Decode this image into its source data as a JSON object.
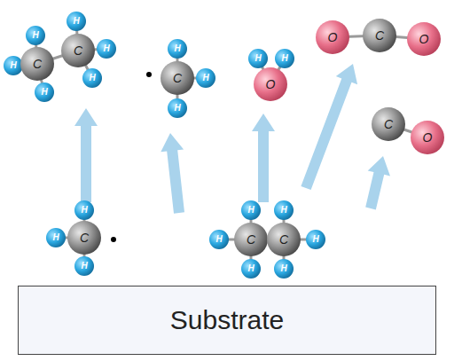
{
  "diagram": {
    "nodes": [
      {
        "text": [
          "Substrate"
        ]
      }
    ],
    "labels": [
      "C",
      "C",
      "H",
      "H",
      "H",
      "H",
      "H",
      "H",
      "C",
      "H",
      "H",
      "H",
      "O",
      "H",
      "H",
      "O",
      "C",
      "O",
      "C",
      "O",
      "H",
      "H",
      "C",
      "H",
      "H",
      "H",
      "H",
      "C",
      "C",
      "H",
      "H",
      "H"
    ]
  }
}
